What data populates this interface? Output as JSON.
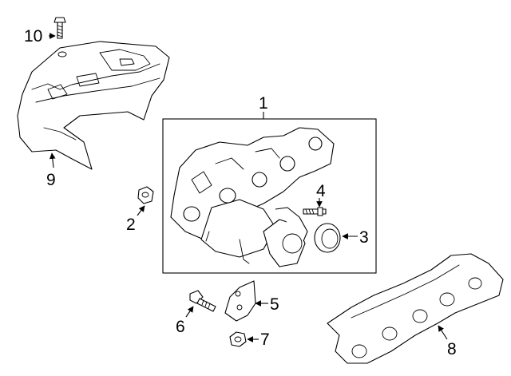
{
  "diagram": {
    "callouts": [
      {
        "id": "1",
        "label": "1"
      },
      {
        "id": "2",
        "label": "2"
      },
      {
        "id": "3",
        "label": "3"
      },
      {
        "id": "4",
        "label": "4"
      },
      {
        "id": "5",
        "label": "5"
      },
      {
        "id": "6",
        "label": "6"
      },
      {
        "id": "7",
        "label": "7"
      },
      {
        "id": "8",
        "label": "8"
      },
      {
        "id": "9",
        "label": "9"
      },
      {
        "id": "10",
        "label": "10"
      }
    ],
    "colors": {
      "line": "#000000",
      "background": "#ffffff"
    }
  }
}
